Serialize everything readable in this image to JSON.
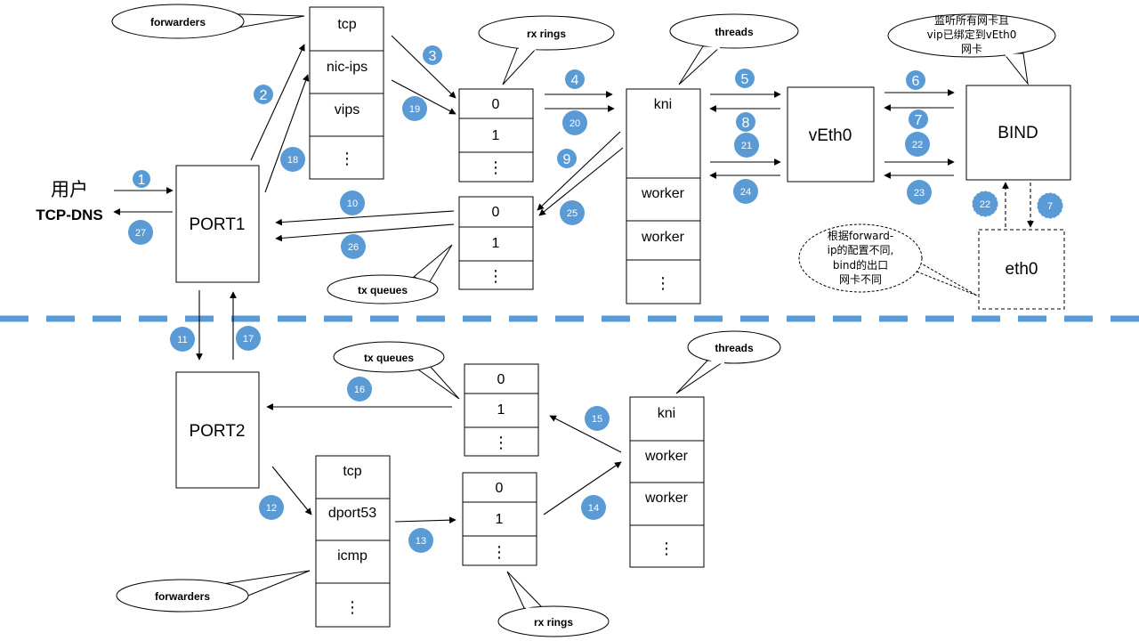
{
  "colors": {
    "badge": "#5b9bd5",
    "divider": "#5b9bd5",
    "stroke": "#000000"
  },
  "user": {
    "line1": "用户",
    "line2": "TCP-DNS"
  },
  "port1": "PORT1",
  "port2": "PORT2",
  "veth0": "vEth0",
  "bind": "BIND",
  "eth0": "eth0",
  "top_forwarders": [
    "tcp",
    "nic-ips",
    "vips",
    "⋮"
  ],
  "top_rx_rings": [
    "0",
    "1",
    "⋮"
  ],
  "top_tx_queues": [
    "0",
    "1",
    "⋮"
  ],
  "top_threads": [
    "kni",
    "worker",
    "worker",
    "⋮"
  ],
  "bottom_forwarders": [
    "tcp",
    "dport53",
    "icmp",
    "⋮"
  ],
  "bottom_rx_rings": [
    "0",
    "1",
    "⋮"
  ],
  "bottom_tx_queues": [
    "0",
    "1",
    "⋮"
  ],
  "bottom_threads": [
    "kni",
    "worker",
    "worker",
    "⋮"
  ],
  "callouts": {
    "forwarders_top": "forwarders",
    "rx_rings_top": "rx rings",
    "threads_top": "threads",
    "bind_note": [
      "监听所有网卡且",
      "vip已绑定到vEth0",
      "网卡"
    ],
    "eth0_note": [
      "根据forward-",
      "ip的配置不同,",
      "bind的出口",
      "网卡不同"
    ],
    "tx_queues_top": "tx queues",
    "tx_queues_bottom": "tx queues",
    "threads_bottom": "threads",
    "forwarders_bottom": "forwarders",
    "rx_rings_bottom": "rx rings"
  },
  "steps": [
    "1",
    "2",
    "3",
    "4",
    "5",
    "6",
    "7",
    "8",
    "9",
    "10",
    "11",
    "12",
    "13",
    "14",
    "15",
    "16",
    "17",
    "18",
    "19",
    "20",
    "21",
    "22",
    "23",
    "24",
    "25",
    "26",
    "27",
    "22",
    "7"
  ]
}
